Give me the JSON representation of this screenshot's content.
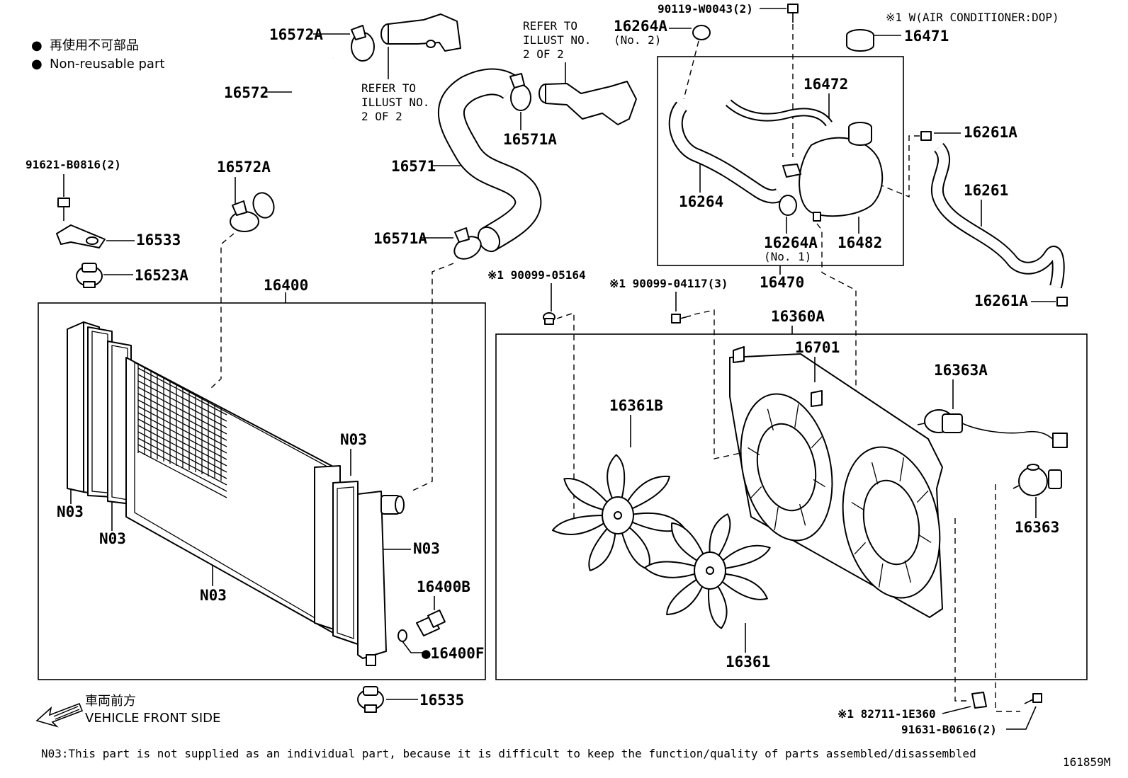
{
  "legend": {
    "non_reusable_jp": "再使用不可部品",
    "non_reusable_en": "Non-reusable part",
    "bullet": "●"
  },
  "notes": {
    "footer": "N03:This part is not supplied as an individual part, because it is difficult to keep the function/quality of parts assembled/disassembled",
    "ac_note": "※1  W(AIR CONDITIONER:DOP)",
    "front_jp": "車両前方",
    "front_en": "VEHICLE FRONT SIDE",
    "diagram_id": "161859M",
    "refer_1": [
      "REFER TO",
      "ILLUST NO.",
      "2 OF 2"
    ],
    "refer_2": [
      "REFER TO",
      "ILLUST NO.",
      "2 OF 2"
    ]
  },
  "parts": {
    "p16572A_top": "16572A",
    "p16572": "16572",
    "p16572A_low": "16572A",
    "p91621": "91621-B0816(2)",
    "p16533": "16533",
    "p16523A": "16523A",
    "p16400": "16400",
    "p16571A_top": "16571A",
    "p16571": "16571",
    "p16571A_low": "16571A",
    "p90119": "90119-W0043(2)",
    "p16264A_no2": "16264A",
    "p16264A_no2_sub": "(No. 2)",
    "p16471": "16471",
    "p16472": "16472",
    "p16261A_top": "16261A",
    "p16261": "16261",
    "p16264": "16264",
    "p16264A_no1": "16264A",
    "p16264A_no1_sub": "(No. 1)",
    "p16482": "16482",
    "p16470": "16470",
    "p16261A_low": "16261A",
    "p90099_05164": "※1 90099-05164",
    "p90099_04117": "※1 90099-04117(3)",
    "p16360A": "16360A",
    "p16701": "16701",
    "p16363A": "16363A",
    "p16361B": "16361B",
    "p16363": "16363",
    "p16361": "16361",
    "p82711": "※1 82711-1E360",
    "p91631": "91631-B0616(2)",
    "p16400B": "16400B",
    "p16400F": "●16400F",
    "p16535": "16535",
    "n03_a": "N03",
    "n03_b": "N03",
    "n03_c": "N03",
    "n03_d": "N03",
    "n03_e": "N03"
  }
}
